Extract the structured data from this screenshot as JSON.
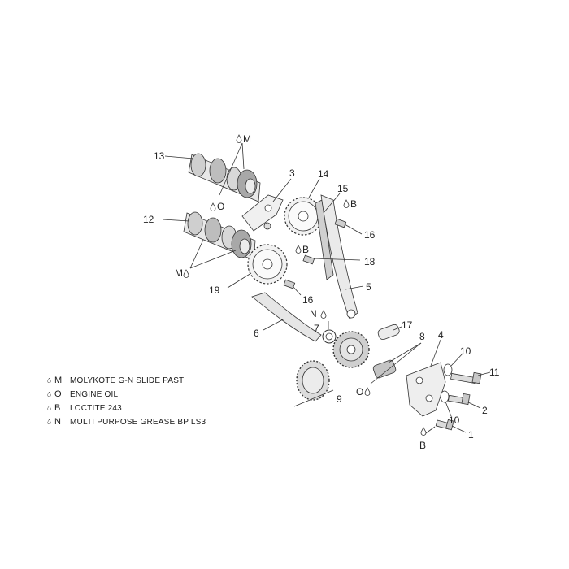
{
  "callouts": [
    {
      "id": "c1",
      "text": "1"
    },
    {
      "id": "c2",
      "text": "2"
    },
    {
      "id": "c3",
      "text": "3"
    },
    {
      "id": "c4",
      "text": "4"
    },
    {
      "id": "c5",
      "text": "5"
    },
    {
      "id": "c6",
      "text": "6"
    },
    {
      "id": "c7",
      "text": "7"
    },
    {
      "id": "c8",
      "text": "8"
    },
    {
      "id": "c9",
      "text": "9"
    },
    {
      "id": "c10a",
      "text": "10"
    },
    {
      "id": "c10b",
      "text": "10"
    },
    {
      "id": "c11",
      "text": "11"
    },
    {
      "id": "c12",
      "text": "12"
    },
    {
      "id": "c13",
      "text": "13"
    },
    {
      "id": "c14",
      "text": "14"
    },
    {
      "id": "c15",
      "text": "15"
    },
    {
      "id": "c16a",
      "text": "16"
    },
    {
      "id": "c16b",
      "text": "16"
    },
    {
      "id": "c17",
      "text": "17"
    },
    {
      "id": "c18",
      "text": "18"
    },
    {
      "id": "c19",
      "text": "19"
    }
  ],
  "lube_marks": {
    "m_top": "M",
    "o_mid": "O",
    "m_low": "M",
    "b_15": "B",
    "b_18": "B",
    "n_7": "N",
    "o_8": "O",
    "b_1": "B"
  },
  "legend": [
    {
      "code": "M",
      "text": "MOLYKOTE G-N SLIDE PAST"
    },
    {
      "code": "O",
      "text": "ENGINE OIL"
    },
    {
      "code": "B",
      "text": "LOCTITE 243"
    },
    {
      "code": "N",
      "text": "MULTI PURPOSE GREASE BP LS3"
    }
  ],
  "colors": {
    "line": "#333333",
    "fill": "#f4f4f4",
    "shade": "#9a9a9a",
    "dark": "#555555"
  }
}
